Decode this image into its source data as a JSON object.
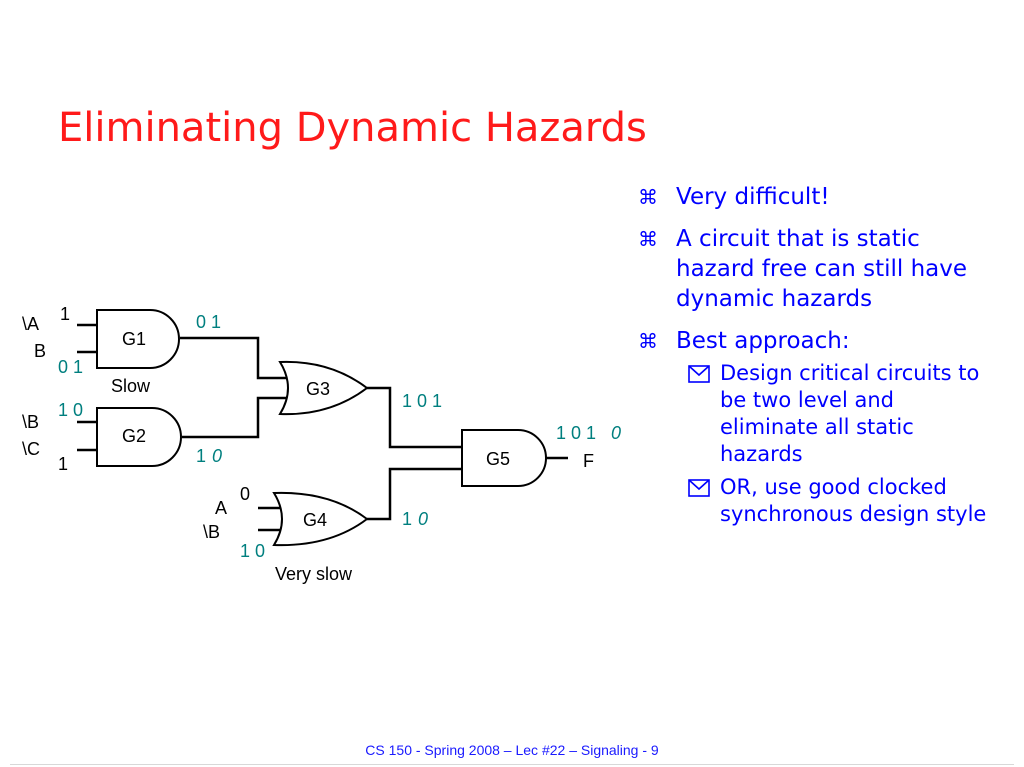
{
  "slide": {
    "title": "Eliminating Dynamic Hazards",
    "bullet_marker": "⌘",
    "bullets": [
      {
        "text": "Very difficult!"
      },
      {
        "text": "A circuit that is static hazard free can still have dynamic hazards"
      },
      {
        "text": "Best approach:"
      }
    ],
    "sub_bullets": [
      {
        "text": "Design critical circuits to be two level and eliminate all static hazards"
      },
      {
        "text": "OR, use good clocked synchronous design style"
      }
    ],
    "footer": "CS 150 - Spring  2008 – Lec #22 – Signaling  - 9",
    "accent_color": "#ff1a1a",
    "text_color": "#0000ff",
    "teal_color": "#007f7f"
  },
  "circuit": {
    "gates": {
      "g1": "G1",
      "g2": "G2",
      "g3": "G3",
      "g4": "G4",
      "g5": "G5"
    },
    "inputs": {
      "g1_a": "\\A",
      "g1_b": "B",
      "g1_a_val": "1",
      "g1_b_val": "0 1",
      "g2_a": "\\B",
      "g2_b": "\\C",
      "g2_a_val": "1 0",
      "g2_b_val": "1",
      "g4_a": "A",
      "g4_b": "\\B",
      "g4_a_val": "0",
      "g4_b_val": "1 0"
    },
    "outputs": {
      "g1": "0 1",
      "g2_a": "1",
      "g2_b": "0",
      "g3": "1 0 1",
      "g4_a": "1",
      "g4_b": "0",
      "g5_a": "1 0 1",
      "g5_b": "0",
      "f": "F"
    },
    "notes": {
      "slow": "Slow",
      "very_slow": "Very slow"
    }
  }
}
